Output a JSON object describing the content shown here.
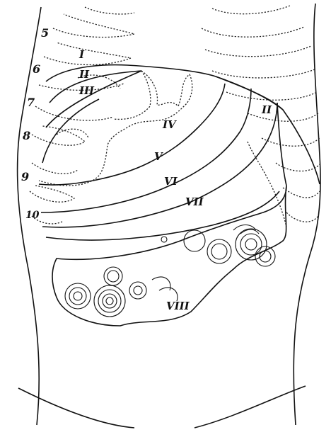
{
  "figure": {
    "rib_labels": [
      "5",
      "6",
      "7",
      "8",
      "9",
      "10"
    ],
    "line_labels": [
      "I",
      "II",
      "III",
      "IV",
      "V",
      "VI",
      "VII",
      "VIII"
    ],
    "right_label": "II"
  },
  "colors": {
    "ink": "#111111",
    "background": "#ffffff"
  }
}
